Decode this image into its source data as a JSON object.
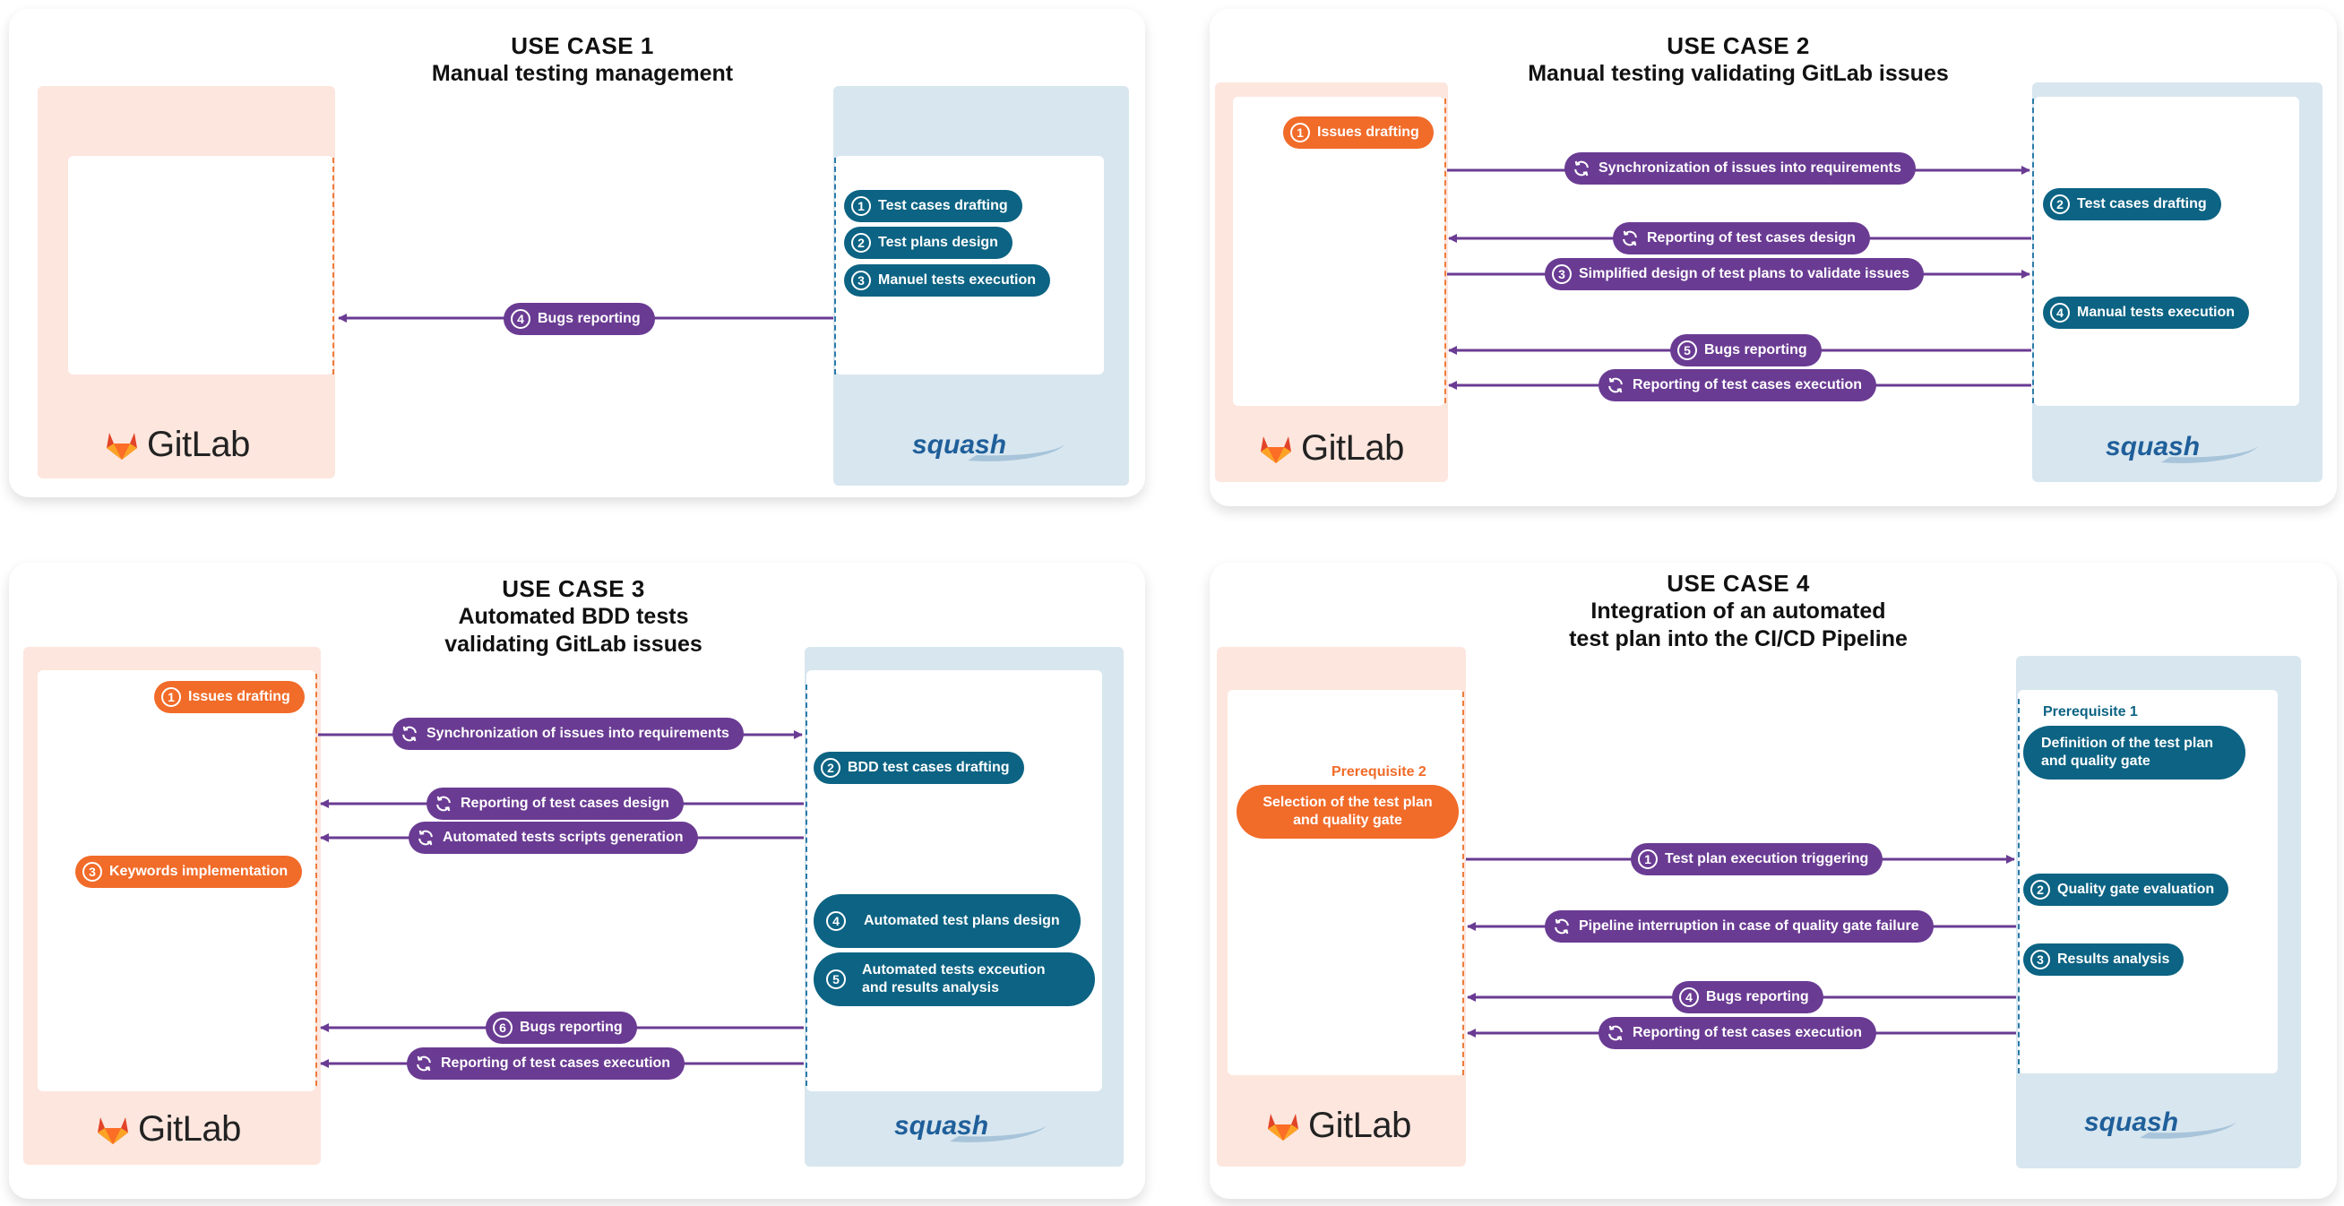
{
  "gitlab_brand": "GitLab",
  "squash_brand": "squash",
  "colors": {
    "purple": "#6a3b93",
    "teal": "#0c6383",
    "orange": "#f16b29",
    "gitlab_bg": "#fde6de",
    "squash_bg": "#d8e6ef"
  },
  "uc1": {
    "title": "USE CASE 1",
    "subtitle": "Manual testing management",
    "steps": [
      {
        "num": "1",
        "label": "Test cases drafting"
      },
      {
        "num": "2",
        "label": "Test plans design"
      },
      {
        "num": "3",
        "label": "Manuel tests execution"
      }
    ],
    "arrows": [
      {
        "num": "4",
        "label": "Bugs reporting"
      }
    ]
  },
  "uc2": {
    "title": "USE CASE 2",
    "subtitle": "Manual testing validating GitLab issues",
    "gitlab_steps": [
      {
        "num": "1",
        "label": "Issues drafting"
      }
    ],
    "squash_steps": [
      {
        "num": "2",
        "label": "Test cases drafting"
      },
      {
        "num": "4",
        "label": "Manual tests execution"
      }
    ],
    "arrows": [
      {
        "icon": "sync-icon",
        "label": "Synchronization of issues into requirements"
      },
      {
        "icon": "sync-icon",
        "label": "Reporting of test cases design"
      },
      {
        "num": "3",
        "label": "Simplified design of test plans to validate issues"
      },
      {
        "num": "5",
        "label": "Bugs reporting"
      },
      {
        "icon": "sync-icon",
        "label": "Reporting of test cases execution"
      }
    ]
  },
  "uc3": {
    "title": "USE CASE 3",
    "subtitle_line1": "Automated BDD tests",
    "subtitle_line2": "validating GitLab issues",
    "gitlab_steps": [
      {
        "num": "1",
        "label": "Issues drafting"
      },
      {
        "num": "3",
        "label": "Keywords implementation"
      }
    ],
    "squash_steps": [
      {
        "num": "2",
        "label": "BDD test cases drafting"
      },
      {
        "num": "4",
        "label": "Automated test plans design"
      },
      {
        "num": "5",
        "label_line1": "Automated tests exceution",
        "label_line2": "and results analysis"
      }
    ],
    "arrows": [
      {
        "icon": "sync-icon",
        "label": "Synchronization of issues into requirements"
      },
      {
        "icon": "sync-icon",
        "label": "Reporting of test cases design"
      },
      {
        "icon": "sync-icon",
        "label": "Automated tests scripts generation"
      },
      {
        "num": "6",
        "label": "Bugs reporting"
      },
      {
        "icon": "sync-icon",
        "label": "Reporting of test cases execution"
      }
    ]
  },
  "uc4": {
    "title": "USE CASE 4",
    "subtitle_line1": "Integration of an automated",
    "subtitle_line2": "test plan into the CI/CD Pipeline",
    "prerequisite1": "Prerequisite 1",
    "prerequisite1_label_line1": "Definition of the test plan",
    "prerequisite1_label_line2": "and quality gate",
    "prerequisite2": "Prerequisite 2",
    "prerequisite2_label_line1": "Selection of the test plan",
    "prerequisite2_label_line2": "and  quality gate",
    "squash_steps": [
      {
        "num": "2",
        "label": "Quality gate evaluation"
      },
      {
        "num": "3",
        "label": "Results analysis"
      }
    ],
    "arrows": [
      {
        "num": "1",
        "label": "Test plan execution triggering"
      },
      {
        "icon": "sync-icon",
        "label": "Pipeline interruption in case of quality gate failure"
      },
      {
        "num": "4",
        "label": "Bugs reporting"
      },
      {
        "icon": "sync-icon",
        "label": "Reporting of test cases execution"
      }
    ]
  }
}
